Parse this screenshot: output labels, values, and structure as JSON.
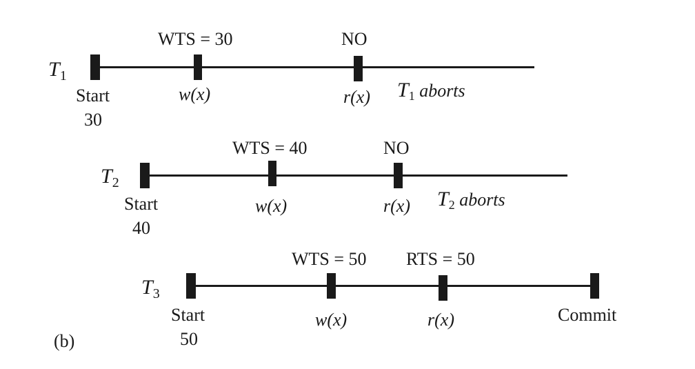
{
  "panel_label": "(b)",
  "transactions": [
    {
      "name": "T",
      "index": "1",
      "start_label": "Start",
      "start_ts": "30",
      "write_above": "WTS = 30",
      "write_op": "w(x)",
      "read_above": "NO",
      "read_op": "r(x)",
      "outcome_name": "T",
      "outcome_index": "1",
      "outcome_text": " aborts"
    },
    {
      "name": "T",
      "index": "2",
      "start_label": "Start",
      "start_ts": "40",
      "write_above": "WTS = 40",
      "write_op": "w(x)",
      "read_above": "NO",
      "read_op": "r(x)",
      "outcome_name": "T",
      "outcome_index": "2",
      "outcome_text": " aborts"
    },
    {
      "name": "T",
      "index": "3",
      "start_label": "Start",
      "start_ts": "50",
      "write_above": "WTS = 50",
      "write_op": "w(x)",
      "read_above": "RTS = 50",
      "read_op": "r(x)",
      "commit_label": "Commit"
    }
  ]
}
